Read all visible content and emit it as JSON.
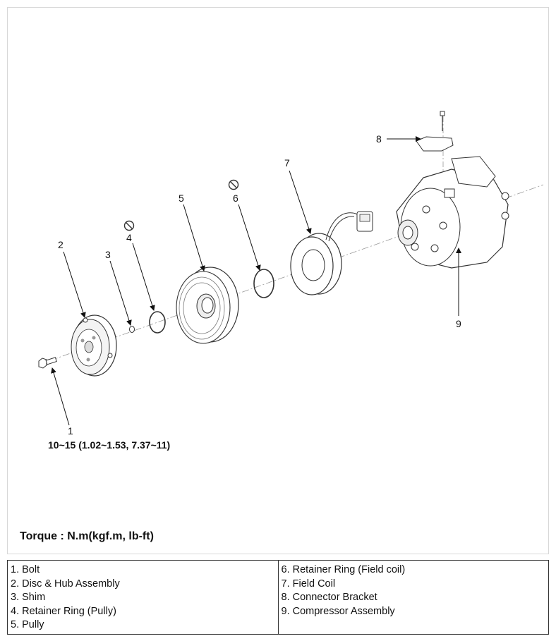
{
  "diagram": {
    "callouts": [
      "1",
      "2",
      "3",
      "4",
      "5",
      "6",
      "7",
      "8",
      "9"
    ],
    "torque_spec": "10~15 (1.02~1.53, 7.37~11)",
    "torque_units": "Torque : N.m(kgf.m, lb-ft)"
  },
  "legend": {
    "left": [
      "1. Bolt",
      "2. Disc & Hub Assembly",
      "3. Shim",
      "4. Retainer Ring (Pully)",
      "5. Pully"
    ],
    "right": [
      "6. Retainer Ring (Field coil)",
      "7. Field Coil",
      "8. Connector Bracket",
      "9. Compressor Assembly"
    ]
  }
}
